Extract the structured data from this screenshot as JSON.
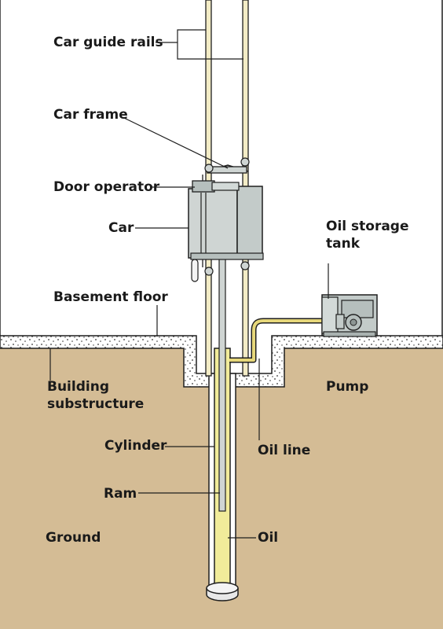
{
  "labels": {
    "car_guide_rails": "Car guide rails",
    "car_frame": "Car frame",
    "door_operator": "Door operator",
    "car": "Car",
    "oil_storage_tank_line1": "Oil storage",
    "oil_storage_tank_line2": "tank",
    "basement_floor": "Basement floor",
    "building_substructure_line1": "Building",
    "building_substructure_line2": "substructure",
    "pump": "Pump",
    "cylinder": "Cylinder",
    "oil_line": "Oil line",
    "ram": "Ram",
    "ground": "Ground",
    "oil": "Oil"
  },
  "colors": {
    "ground": "#d4bc95",
    "rail_fill": "#f3ecc6",
    "oil": "#f1ec9a",
    "oil_line": "#e6d77a",
    "car_body": "#cfd5d3",
    "machinery": "#c3cbc9",
    "floor_fill": "#ffffff",
    "outline": "#1f1f1f"
  }
}
